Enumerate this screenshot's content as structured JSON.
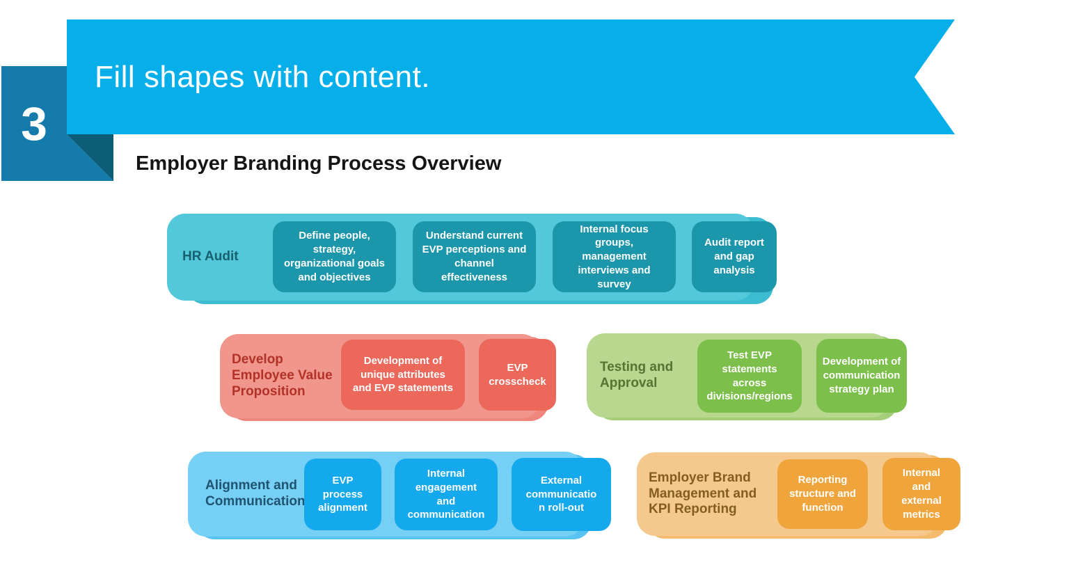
{
  "slide": {
    "step_number": "3",
    "banner_title": "Fill shapes with content.",
    "heading": "Employer Branding Process Overview"
  },
  "colors": {
    "banner-blue": "#06aeea",
    "number-square-blue": "#147bac",
    "fold-blue": "#0c5e78",
    "heading-text": "#151515",
    "step-text": "#ffffff",
    "teal-container": "#53c8da",
    "teal-container-back": "#3cbcd0",
    "teal-step": "#1b96ab",
    "teal-label": "#17606e",
    "red-container": "#f0968d",
    "red-container-back": "#ee867c",
    "red-step": "#eb685b",
    "red-label": "#b23227",
    "green-container": "#b8d88f",
    "green-container-back": "#a5ce78",
    "green-step": "#7cbf4a",
    "green-label": "#567333",
    "blue-container": "#76cff5",
    "blue-container-back": "#58c3f0",
    "blue-step": "#14a9ed",
    "blue-label": "#1f5370",
    "orange-container": "#f5c98e",
    "orange-container-back": "#f3bb6c",
    "orange-step": "#f0a43c",
    "orange-label": "#845e1f"
  },
  "process": {
    "phases": [
      {
        "name": "hr-audit",
        "label": "HR Audit",
        "steps": [
          "Define people,\nstrategy,\norganizational goals\nand objectives",
          "Understand current\nEVP perceptions and\nchannel\neffectiveness",
          "Internal focus\ngroups,\nmanagement\ninterviews and\nsurvey",
          "Audit report\nand gap\nanalysis"
        ]
      },
      {
        "name": "develop-evp",
        "label": "Develop\nEmployee Value\nProposition",
        "steps": [
          "Development of\nunique attributes\nand EVP statements",
          "EVP\ncrosscheck"
        ]
      },
      {
        "name": "testing-approval",
        "label": "Testing and\nApproval",
        "steps": [
          "Test EVP\nstatements\nacross\ndivisions/regions",
          "Development of\ncommunication\nstrategy plan"
        ]
      },
      {
        "name": "alignment-communication",
        "label": "Alignment and\nCommunication",
        "steps": [
          "EVP\nprocess\nalignment",
          "Internal\nengagement\nand\ncommunication",
          "External\ncommunicatio\nn roll-out"
        ]
      },
      {
        "name": "brand-management-kpi",
        "label": "Employer Brand\nManagement and\nKPI Reporting",
        "steps": [
          "Reporting\nstructure and\nfunction",
          "Internal\nand\nexternal\nmetrics"
        ]
      }
    ]
  }
}
